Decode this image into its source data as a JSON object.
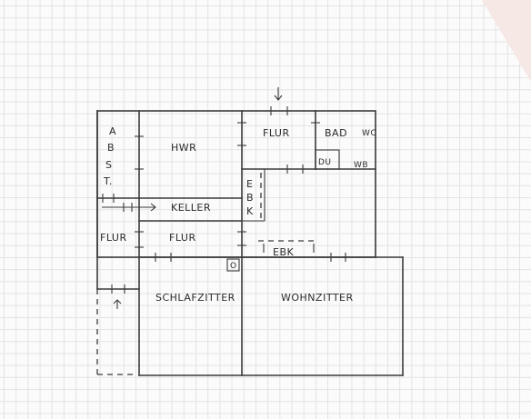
{
  "labels": {
    "abst_a": "A",
    "abst_b": "B",
    "abst_s": "S",
    "abst_t": "T.",
    "hwr": "HWR",
    "flur_top": "FLUR",
    "bad": "BAD",
    "wc": "WC",
    "du": "DU",
    "wb": "WB",
    "ebk_e": "E",
    "ebk_b": "B",
    "ebk_k": "K",
    "keller": "KELLER",
    "flur_left": "FLUR",
    "flur_mid": "FLUR",
    "ebk_bottom": "EBK",
    "o_box": "O",
    "schlafzimmer": "SCHLAFZITTER",
    "wohnzimmer": "WOHNZITTER"
  },
  "colors": {
    "ink": "#3a3a3a",
    "grid": "#e3e3e3",
    "paper": "#fbfbfb"
  }
}
